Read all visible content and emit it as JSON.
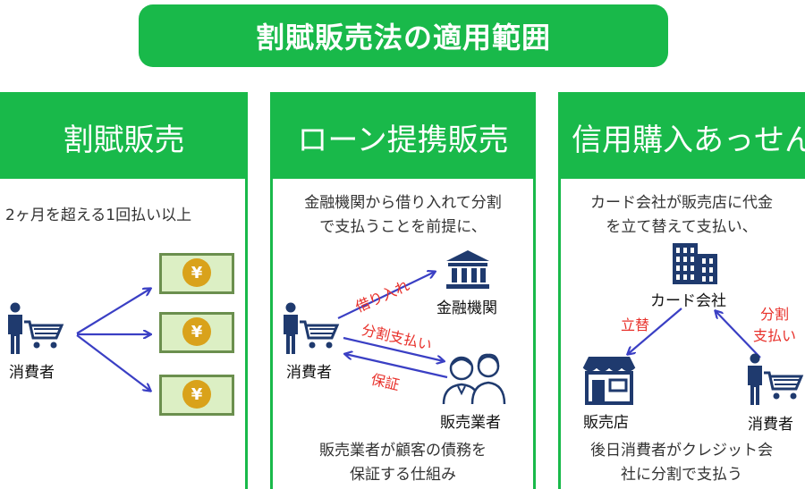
{
  "title": "割賦販売法の適用範囲",
  "panels": [
    {
      "heading": "割賦販売",
      "description": "2ヶ月を超える1回払い以上",
      "consumer_label": "消費者",
      "banknote_symbol": "¥"
    },
    {
      "heading": "ローン提携販売",
      "description_lines": [
        "金融機関から借り入れて分割",
        "で支払うことを前提に、"
      ],
      "bank_label": "金融機関",
      "consumer_label": "消費者",
      "seller_label": "販売業者",
      "arrow_borrow": "借り入れ",
      "arrow_installment": "分割支払い",
      "arrow_guarantee": "保証",
      "footer_lines": [
        "販売業者が顧客の債務を",
        "保証する仕組み"
      ]
    },
    {
      "heading": "信用購入あっせん",
      "description_lines": [
        "カード会社が販売店に代金",
        "を立て替えて支払い、"
      ],
      "card_company_label": "カード会社",
      "store_label": "販売店",
      "consumer_label": "消費者",
      "arrow_advance": "立替",
      "arrow_installment_lines": [
        "分割",
        "支払い"
      ],
      "footer_lines": [
        "後日消費者がクレジット会",
        "社に分割で支払う"
      ]
    }
  ],
  "colors": {
    "green": "#19b94a",
    "arrow_blue": "#3a3fc4",
    "label_red": "#e8302a",
    "icon_navy": "#1f3a6e",
    "banknote_green": "#dcefc4",
    "coin_gold": "#d9a21b"
  }
}
